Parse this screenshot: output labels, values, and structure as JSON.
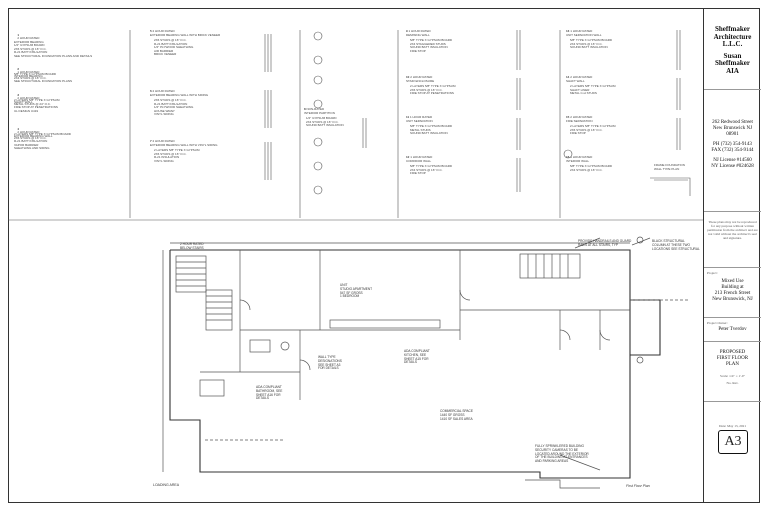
{
  "firm": {
    "name_line1": "Sheffmaker",
    "name_line2": "Architecture",
    "name_line3": "L.L.C.",
    "principal_line1": "Susan",
    "principal_line2": "Sheffmaker",
    "principal_line3": "AIA",
    "address_line1": "262 Redwood Street",
    "address_line2": "New Brunswick NJ",
    "address_line3": "08901",
    "phone": "PH (732) 354-9143",
    "fax": "FAX (732) 354-9144",
    "license_nj": "NJ License #14560",
    "license_ny": "NY License #024628"
  },
  "disclaimer": "These plans may not be reproduced for any purpose without written permission from the architect and are not valid without the architect's seal and signature.",
  "project": {
    "label": "Project:",
    "name_line1": "Mixed Use",
    "name_line2": "Building at",
    "name_line3": "213 French Street",
    "name_line4": "New Brunswick, NJ"
  },
  "owner": {
    "label": "Project Owner:",
    "name": "Peter Tverdov"
  },
  "drawing": {
    "title_line1": "PROPOSED",
    "title_line2": "FIRST FLOOR",
    "title_line3": "PLAN",
    "scale": "Scale: 1/4\" = 1'-0\"",
    "revisions_label": "No. Rev.",
    "date": "Date: May 13, 2021",
    "sheet_number": "A3"
  },
  "plan_labels": {
    "first_floor_plan": "First Floor Plan",
    "loading_area": "LOADING AREA",
    "commercial_space": "COMMERCIAL SPACE\n1440 SF GROSS\n1410 SF SALES AREA",
    "unit": "UNIT\nSTUDIO APARTMENT\n547 SF GROSS\n1 BEDROOM",
    "ada_compliant_kitchen": "ADA COMPLIANT\nKITCHEN, SEE\nSHEET A15 FOR\nDETAILS",
    "ada_compliant_bathroom": "ADA COMPLIANT\nBATHROOM, SEE\nSHEET A16 FOR\nDETAILS",
    "hour_rated_stairs": "2 HOUR RATED\nBELOW STAIRS",
    "wall_type_designations": "WALL TYPE\nDESIGNATIONS\nSEE SHEET A3\nFOR DETAILS",
    "sprinkler_note": "FULLY SPRINKLERED BUILDING\nSECURITY CAMERAS TO BE\nLOCATED AROUND THE EXTERIOR\nOF THE BUILDING AT ENTRANCES\nAND PARKING AREAS",
    "handrails_guard": "PROVIDE HANDRAILS AND GUARD\nRAILS AT ALL STAIRS, TYP",
    "steel_column": "BLACK STRUCTURAL\nCOLUMN AT THESE TWO\nLOCATIONS SEE STRUCTURAL"
  },
  "wall_notes": [
    {
      "num": "1",
      "title": "2 HOUR RATED\nEXTERIOR BEARING",
      "body": "1/2\" GYPSUM BOARD\n2X6 STUDS @ 16\" O.C.\nR-21 BATT INSULATION\nSEE STRUCTURAL FOUNDATION PLANS AND DETAILS"
    },
    {
      "num": "2",
      "title": "1 HOUR RATED\nINTERIOR BEARING",
      "body": "5/8\" TYPE X GYPSUM BOARD\n2X4 STUDS @ 16\" O.C.\nSEE STRUCTURAL FOUNDATION PLANS"
    },
    {
      "num": "3",
      "title": "2 HOUR RATED\nSHAFT WALL",
      "body": "2 LAYERS 5/8\" TYPE X GYPSUM\nMETAL STUDS @ 24\" O.C.\nFIRE STOP AT PENETRATIONS\nUL DESIGN U419"
    },
    {
      "num": "4",
      "title": "2 HOUR RATED\nEXTERIOR BEARING WALL",
      "body": "2 LAYERS 5/8\" TYPE X GYPSUM BOARD\n2X6 STUDS @ 16\" O.C.\nR-21 BATT INSULATION\nVAPOR BARRIER\nSHEATHING AND SIDING"
    }
  ],
  "section_notes": [
    {
      "num": "5",
      "title": "2 HOUR RATED\nEXTERIOR BEARING WALL WITH BRICK VENEER",
      "body": "2X6 STUDS @ 16\" O.C.\nR-21 BATT INSULATION\n1/2\" PLYWOOD SHEATHING\nAIR BARRIER\nBRICK VENEER"
    },
    {
      "num": "6",
      "title": "2 HOUR RATED\nEXTERIOR BEARING WALL WITH SIDING",
      "body": "2X6 STUDS @ 16\" O.C.\nR-21 BATT INSULATION\n1/2\" PLYWOOD SHEATHING\nHOUSE WRAP\nVINYL SIDING"
    },
    {
      "num": "7",
      "title": "2 HOUR RATED\nEXTERIOR BEARING WALL WITH VINYL SIDING",
      "body": "2 LAYERS 5/8\" TYPE X GYPSUM\n2X6 STUDS @ 16\" O.C.\nR-21 INSULATION\nVINYL SIDING"
    },
    {
      "num": "8",
      "title": "NON-RATED\nINTERIOR PARTITION",
      "body": "1/2\" GYPSUM BOARD\n2X4 STUDS @ 16\" O.C.\nSOUND BATT INSULATION"
    },
    {
      "num": "9",
      "title": "1 HOUR RATED\nDEMISING WALL",
      "body": "5/8\" TYPE X GYPSUM BOARD\n2X4 STAGGERED STUDS\nSOUND BATT INSULATION\nFIRE STOP"
    },
    {
      "num": "10",
      "title": "2 HOUR RATED\nSTAIR ENCLOSURE",
      "body": "2 LAYERS 5/8\" TYPE X GYPSUM\n2X6 STUDS @ 16\" O.C.\nFIRE STOP AT PENETRATIONS"
    },
    {
      "num": "11",
      "title": "1 HOUR RATED\nUNIT SEPARATION",
      "body": "5/8\" TYPE X GYPSUM BOARD\nMETAL STUDS\nSOUND BATT INSULATION"
    },
    {
      "num": "12",
      "title": "1 HOUR RATED\nCORRIDOR WALL",
      "body": "5/8\" TYPE X GYPSUM BOARD\n2X4 STUDS @ 16\" O.C.\nFIRE STOP"
    },
    {
      "num": "13",
      "title": "1 HOUR RATED\nUNIT SEPARATION WALL",
      "body": "5/8\" TYPE X GYPSUM BOARD\n2X4 STUDS @ 16\" O.C.\nSOUND BATT INSULATION"
    },
    {
      "num": "14",
      "title": "2 HOUR RATED\nSHAFT WALL",
      "body": "2 LAYERS 5/8\" TYPE X GYPSUM\nSHAFT LINER\nMETAL C-H STUDS"
    },
    {
      "num": "15",
      "title": "2 HOUR RATED\nFIRE SEPARATION",
      "body": "2 LAYERS 5/8\" TYPE X GYPSUM\n2X6 STUDS @ 16\" O.C.\nFIRE STOP"
    },
    {
      "num": "16",
      "title": "1 HOUR RATED\nINTERIOR WALL",
      "body": "5/8\" TYPE X GYPSUM BOARD\n2X4 STUDS @ 16\" O.C."
    }
  ],
  "lintel_note": "FRAME FOUNDATION\nWALL TYPE PLAN"
}
